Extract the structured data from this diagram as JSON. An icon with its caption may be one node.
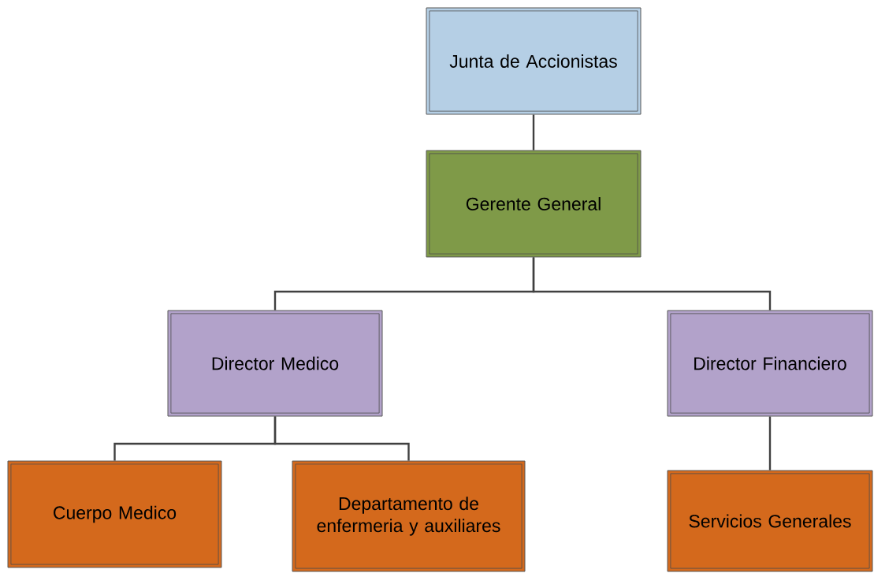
{
  "diagram": {
    "nodes": [
      {
        "text": [
          "Junta de Accionistas"
        ]
      },
      {
        "text": [
          "Gerente General"
        ]
      },
      {
        "text": [
          "Director Medico"
        ]
      },
      {
        "text": [
          "Director Financiero"
        ]
      },
      {
        "text": [
          "Cuerpo Medico"
        ]
      },
      {
        "text": [
          "Departamento de enfermeria y auxiliares"
        ]
      },
      {
        "text": [
          "Servicios Generales"
        ]
      }
    ],
    "edges": [
      {
        "from": 0,
        "to": 1,
        "arrow": "none"
      },
      {
        "from": 1,
        "to": 2,
        "arrow": "none"
      },
      {
        "from": 1,
        "to": 3,
        "arrow": "none"
      },
      {
        "from": 2,
        "to": 4,
        "arrow": "none"
      },
      {
        "from": 2,
        "to": 5,
        "arrow": "none"
      },
      {
        "from": 3,
        "to": 6,
        "arrow": "none"
      }
    ]
  }
}
